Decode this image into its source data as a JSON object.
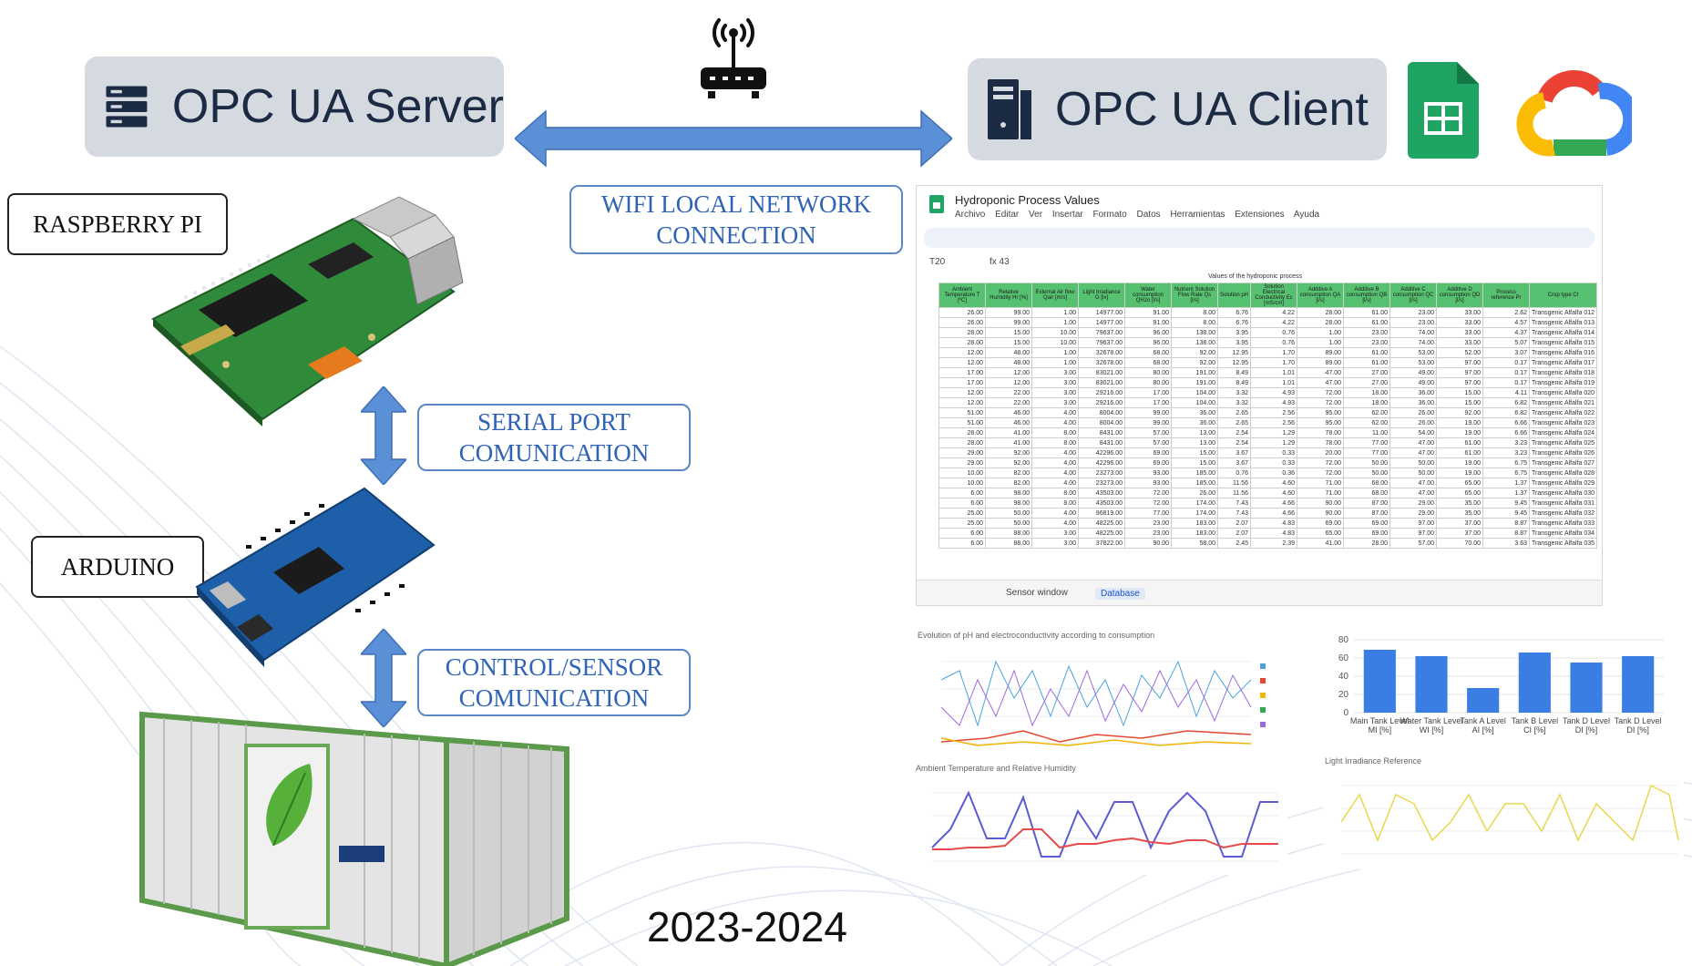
{
  "server": {
    "label": "OPC UA Server"
  },
  "client": {
    "label": "OPC UA Client"
  },
  "devices": {
    "raspberry": "RASPBERRY PI",
    "arduino": "ARDUINO"
  },
  "connections": {
    "wifi": [
      "WIFI LOCAL NETWORK",
      "CONNECTION"
    ],
    "serial": [
      "SERIAL PORT",
      "COMUNICATION"
    ],
    "control": [
      "CONTROL/SENSOR",
      "COMUNICATION"
    ]
  },
  "year": "2023-2024",
  "spreadsheet": {
    "title": "Hydroponic Process Values",
    "menu": "Archivo Editar Ver Insertar Formato Datos Herramientas Extensiones Ayuda",
    "cell_ref": "T20",
    "formula": "fx 43",
    "header_caption": "Values of the hydroponic process",
    "columns": [
      "Ambient Temperature T [ºC]",
      "Relative Humidity Hr [%]",
      "External Air flow Qair [m/s]",
      "Light Irradiance G [lx]",
      "Water consumption QH2o [l/s]",
      "Nutrient Solution Flow Rate Qs [l/s]",
      "Solution pH",
      "Solution Electrical Conductivity Ec [mS/cm]",
      "Additive A consumption QA [l/s]",
      "Additive B consumption QB [l/s]",
      "Additive C consumption QC [l/s]",
      "Additive D consumption QD [l/s]",
      "Process reference Pr",
      "Crop type Ct"
    ],
    "rows": [
      [
        "26.00",
        "99.00",
        "1.00",
        "14977.00",
        "91.00",
        "8.00",
        "6.76",
        "4.22",
        "28.00",
        "61.00",
        "23.00",
        "33.00",
        "2.62",
        "Transgenic Alfalfa 012"
      ],
      [
        "26.00",
        "99.00",
        "1.00",
        "14977.00",
        "91.00",
        "8.00",
        "6.76",
        "4.22",
        "28.00",
        "61.00",
        "23.00",
        "33.00",
        "4.57",
        "Transgenic Alfalfa 013"
      ],
      [
        "28.00",
        "15.00",
        "10.00",
        "79637.00",
        "96.00",
        "138.00",
        "3.95",
        "0.76",
        "1.00",
        "23.00",
        "74.00",
        "33.00",
        "4.37",
        "Transgenic Alfalfa 014"
      ],
      [
        "28.00",
        "15.00",
        "10.00",
        "79637.00",
        "96.00",
        "138.00",
        "3.95",
        "0.76",
        "1.00",
        "23.00",
        "74.00",
        "33.00",
        "5.07",
        "Transgenic Alfalfa 015"
      ],
      [
        "12.00",
        "48.00",
        "1.00",
        "32678.00",
        "68.00",
        "92.00",
        "12.95",
        "1.70",
        "89.00",
        "61.00",
        "53.00",
        "52.00",
        "3.07",
        "Transgenic Alfalfa 016"
      ],
      [
        "12.00",
        "48.00",
        "1.00",
        "32678.00",
        "68.00",
        "92.00",
        "12.95",
        "1.70",
        "89.00",
        "61.00",
        "53.00",
        "97.00",
        "0.17",
        "Transgenic Alfalfa 017"
      ],
      [
        "17.00",
        "12.00",
        "3.00",
        "83021.00",
        "80.00",
        "191.00",
        "8.49",
        "1.01",
        "47.00",
        "27.00",
        "49.00",
        "97.00",
        "0.17",
        "Transgenic Alfalfa 018"
      ],
      [
        "17.00",
        "12.00",
        "3.00",
        "83021.00",
        "80.00",
        "191.00",
        "8.49",
        "1.01",
        "47.00",
        "27.00",
        "49.00",
        "97.00",
        "0.17",
        "Transgenic Alfalfa 019"
      ],
      [
        "12.00",
        "22.00",
        "3.00",
        "29216.00",
        "17.00",
        "104.00",
        "3.32",
        "4.93",
        "72.00",
        "18.00",
        "36.00",
        "15.00",
        "4.11",
        "Transgenic Alfalfa 020"
      ],
      [
        "12.00",
        "22.00",
        "3.00",
        "29216.00",
        "17.00",
        "104.00",
        "3.32",
        "4.93",
        "72.00",
        "18.00",
        "36.00",
        "15.00",
        "6.82",
        "Transgenic Alfalfa 021"
      ],
      [
        "51.00",
        "46.00",
        "4.00",
        "8004.00",
        "99.00",
        "36.00",
        "2.65",
        "2.56",
        "95.00",
        "62.00",
        "26.00",
        "92.00",
        "6.82",
        "Transgenic Alfalfa 022"
      ],
      [
        "51.00",
        "46.00",
        "4.00",
        "8004.00",
        "99.00",
        "36.00",
        "2.65",
        "2.56",
        "95.00",
        "62.00",
        "26.00",
        "19.00",
        "6.66",
        "Transgenic Alfalfa 023"
      ],
      [
        "28.00",
        "41.00",
        "8.00",
        "8431.00",
        "57.00",
        "13.00",
        "2.54",
        "1.29",
        "78.00",
        "11.00",
        "54.00",
        "19.00",
        "6.66",
        "Transgenic Alfalfa 024"
      ],
      [
        "28.00",
        "41.00",
        "8.00",
        "8431.00",
        "57.00",
        "13.00",
        "2.54",
        "1.29",
        "78.00",
        "77.00",
        "47.00",
        "61.00",
        "3.23",
        "Transgenic Alfalfa 025"
      ],
      [
        "29.00",
        "92.00",
        "4.00",
        "42296.00",
        "69.00",
        "15.00",
        "3.67",
        "0.33",
        "20.00",
        "77.00",
        "47.00",
        "61.00",
        "3.23",
        "Transgenic Alfalfa 026"
      ],
      [
        "29.00",
        "92.00",
        "4.00",
        "42296.00",
        "69.00",
        "15.00",
        "3.67",
        "0.33",
        "72.00",
        "50.00",
        "50.00",
        "19.00",
        "6.75",
        "Transgenic Alfalfa 027"
      ],
      [
        "10.00",
        "82.00",
        "4.00",
        "23273.00",
        "93.00",
        "185.00",
        "0.76",
        "0.36",
        "72.00",
        "50.00",
        "50.00",
        "19.00",
        "6.75",
        "Transgenic Alfalfa 028"
      ],
      [
        "10.00",
        "82.00",
        "4.00",
        "23273.00",
        "93.00",
        "185.00",
        "11.56",
        "4.60",
        "71.00",
        "68.00",
        "47.00",
        "65.00",
        "1.37",
        "Transgenic Alfalfa 029"
      ],
      [
        "6.00",
        "98.00",
        "8.00",
        "43503.00",
        "72.00",
        "26.00",
        "11.56",
        "4.60",
        "71.00",
        "68.00",
        "47.00",
        "65.00",
        "1.37",
        "Transgenic Alfalfa 030"
      ],
      [
        "6.00",
        "98.00",
        "8.00",
        "43503.00",
        "72.00",
        "174.00",
        "7.43",
        "4.66",
        "90.00",
        "87.00",
        "29.00",
        "35.00",
        "9.45",
        "Transgenic Alfalfa 031"
      ],
      [
        "25.00",
        "50.00",
        "4.00",
        "96819.00",
        "77.00",
        "174.00",
        "7.43",
        "4.66",
        "90.00",
        "87.00",
        "29.00",
        "35.00",
        "9.45",
        "Transgenic Alfalfa 032"
      ],
      [
        "25.00",
        "50.00",
        "4.00",
        "48225.00",
        "23.00",
        "183.00",
        "2.07",
        "4.83",
        "69.00",
        "69.00",
        "97.00",
        "37.00",
        "8.87",
        "Transgenic Alfalfa 033"
      ],
      [
        "6.00",
        "88.00",
        "3.00",
        "48225.00",
        "23.00",
        "183.00",
        "2.07",
        "4.83",
        "65.00",
        "69.00",
        "97.00",
        "37.00",
        "8.87",
        "Transgenic Alfalfa 034"
      ],
      [
        "6.00",
        "88.00",
        "3.00",
        "37822.00",
        "90.00",
        "58.00",
        "2.45",
        "2.39",
        "41.00",
        "28.00",
        "57.00",
        "70.00",
        "3.63",
        "Transgenic Alfalfa 035"
      ]
    ],
    "tabs": [
      "Sensor window",
      "Database"
    ]
  },
  "charts": {
    "ph_title": "Evolution of pH and electroconductivity according to consumption",
    "temp_title": "Ambient Temperature and Relative Humidity",
    "light_title": "Light Irradiance Reference"
  },
  "chart_data": {
    "type": "bar",
    "categories": [
      "Main Tank Level MI [%]",
      "Water Tank Level WI [%]",
      "Tank A Level AI [%]",
      "Tank B Level CI [%]",
      "Tank D Level DI [%]",
      "Tank D Level DI [%]"
    ],
    "values": [
      69,
      62,
      27,
      66,
      55,
      62
    ],
    "ylim": [
      0,
      80
    ],
    "yticks": [
      "0",
      "20",
      "40",
      "60",
      "80"
    ],
    "color": "#3a7de3"
  },
  "colors": {
    "pill_bg": "#d5d9e0",
    "pill_text": "#1c2b44",
    "arrow": "#5b8fd6",
    "conn_text": "#2f63b5",
    "sheets_green": "#1fa463",
    "gcloud_blue": "#4285f4",
    "gcloud_red": "#ea4335",
    "gcloud_yellow": "#fbbc04",
    "gcloud_green": "#34a853"
  }
}
